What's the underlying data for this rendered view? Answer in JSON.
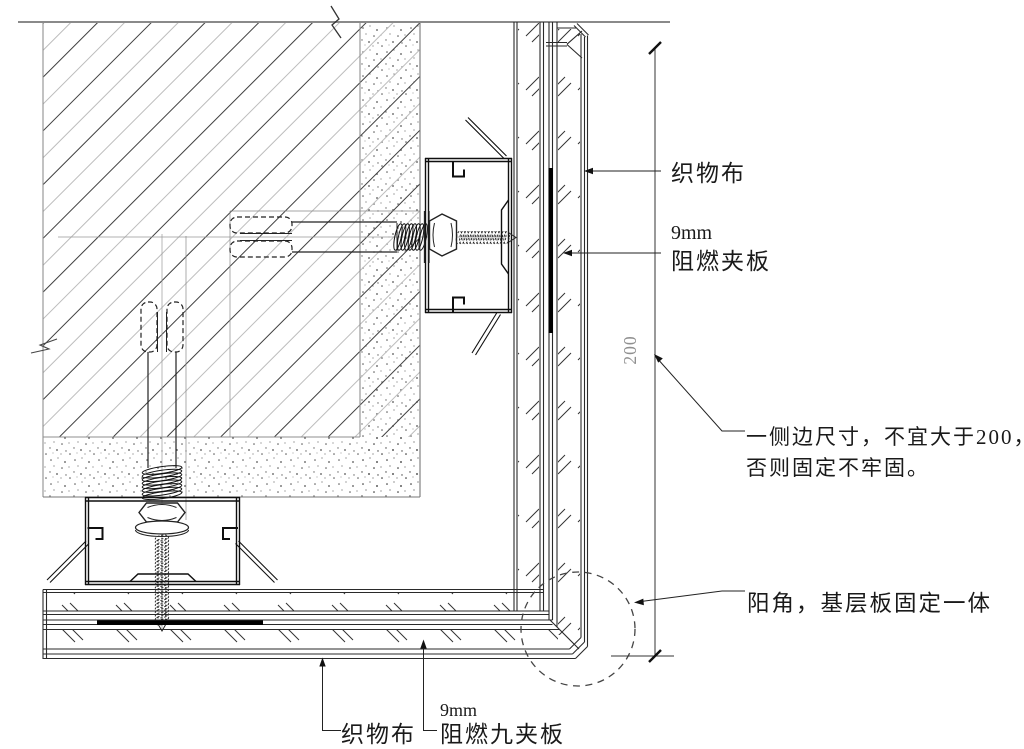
{
  "drawing": {
    "title_hint": "wall corner cladding detail",
    "labels": {
      "fabric_right": "织物布",
      "plywood_right_size": "9mm",
      "plywood_right_name": "阻燃夹板",
      "dimension_200": "200",
      "note_line1": "一侧边尺寸，不宜大于200，",
      "note_line2": "否则固定不牢固。",
      "corner_note": "阳角，基层板固定一体",
      "fabric_bottom": "织物布",
      "plywood_bottom_size": "9mm",
      "plywood_bottom_name": "阻燃九夹板"
    },
    "colors": {
      "line_dark": "#1a1a1a",
      "line_gray": "#8a8a8a",
      "hatch_dark": "#404040",
      "hatch_light": "#bcbcbc"
    }
  }
}
